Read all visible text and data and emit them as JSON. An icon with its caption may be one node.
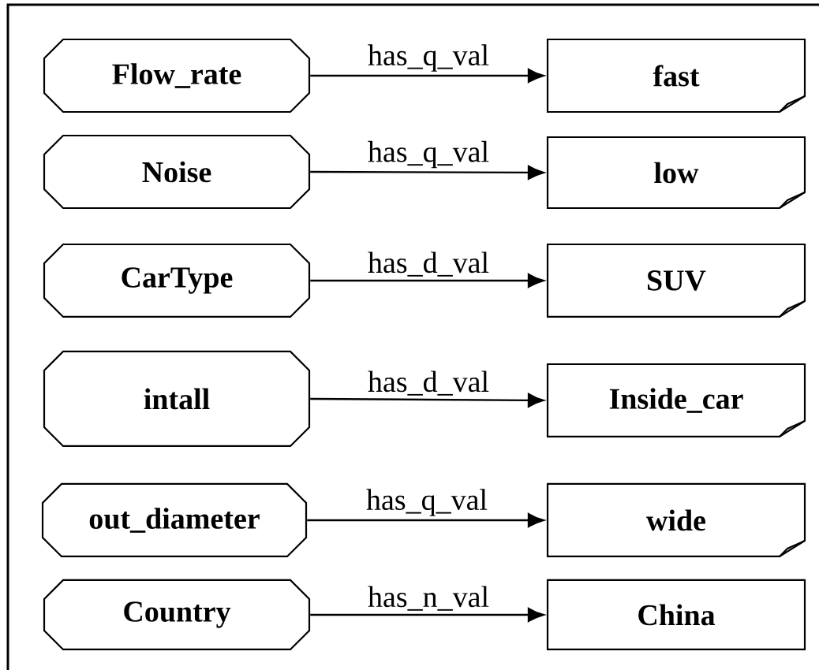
{
  "diagram": {
    "nodes": [
      {
        "text": [
          "Flow_rate"
        ]
      },
      {
        "text": [
          "fast"
        ]
      },
      {
        "text": [
          "Noise"
        ]
      },
      {
        "text": [
          "low"
        ]
      },
      {
        "text": [
          "CarType"
        ]
      },
      {
        "text": [
          "SUV"
        ]
      },
      {
        "text": [
          "intall"
        ]
      },
      {
        "text": [
          "Inside_car"
        ]
      },
      {
        "text": [
          "out_diameter"
        ]
      },
      {
        "text": [
          "wide"
        ]
      },
      {
        "text": [
          "Country"
        ]
      },
      {
        "text": [
          "China"
        ]
      }
    ],
    "edges": [
      {
        "from": 0,
        "to": 1,
        "arrow": "to",
        "label": "has_q_val"
      },
      {
        "from": 2,
        "to": 3,
        "arrow": "to",
        "label": "has_q_val"
      },
      {
        "from": 4,
        "to": 5,
        "arrow": "to",
        "label": "has_d_val"
      },
      {
        "from": 6,
        "to": 7,
        "arrow": "to",
        "label": "has_d_val"
      },
      {
        "from": 8,
        "to": 9,
        "arrow": "to",
        "label": "has_q_val"
      },
      {
        "from": 10,
        "to": 11,
        "arrow": "to",
        "label": "has_n_val"
      }
    ]
  }
}
